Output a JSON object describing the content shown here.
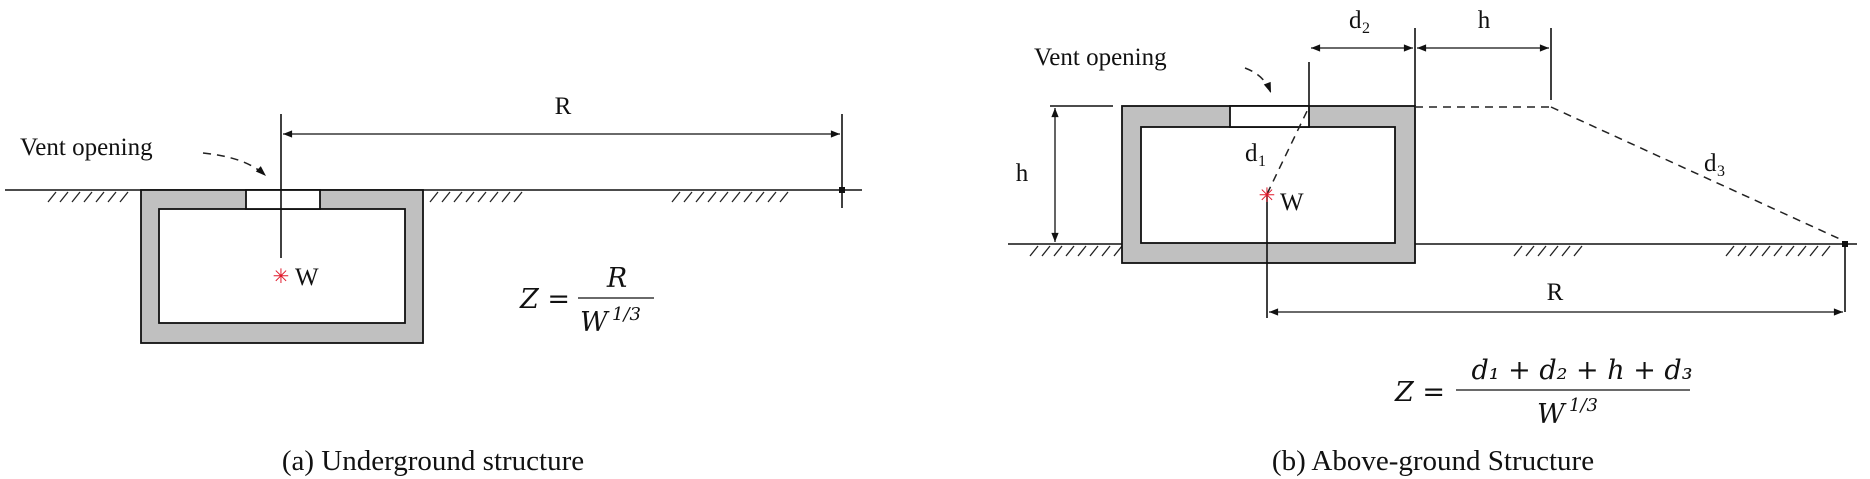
{
  "panel_a": {
    "vent_label": "Vent opening",
    "distance_label": "R",
    "charge_label": "W",
    "formula": {
      "lhs": "Z =",
      "numerator": "R",
      "denominator": "W",
      "exponent": "1/3"
    },
    "caption": "(a) Underground structure"
  },
  "panel_b": {
    "vent_label": "Vent opening",
    "d1_label": "d",
    "d1_sub": "1",
    "d2_label": "d",
    "d2_sub": "2",
    "d3_label": "d",
    "d3_sub": "3",
    "h_top_label": "h",
    "h_side_label": "h",
    "distance_label": "R",
    "charge_label": "W",
    "formula": {
      "lhs": "Z =",
      "numerator": "d₁ + d₂ + h + d₃",
      "denominator": "W",
      "exponent": "1/3"
    },
    "caption": "(b) Above-ground Structure"
  },
  "colors": {
    "wall": "#c0c0c0",
    "charge": "#e0192b",
    "line": "#111111"
  }
}
